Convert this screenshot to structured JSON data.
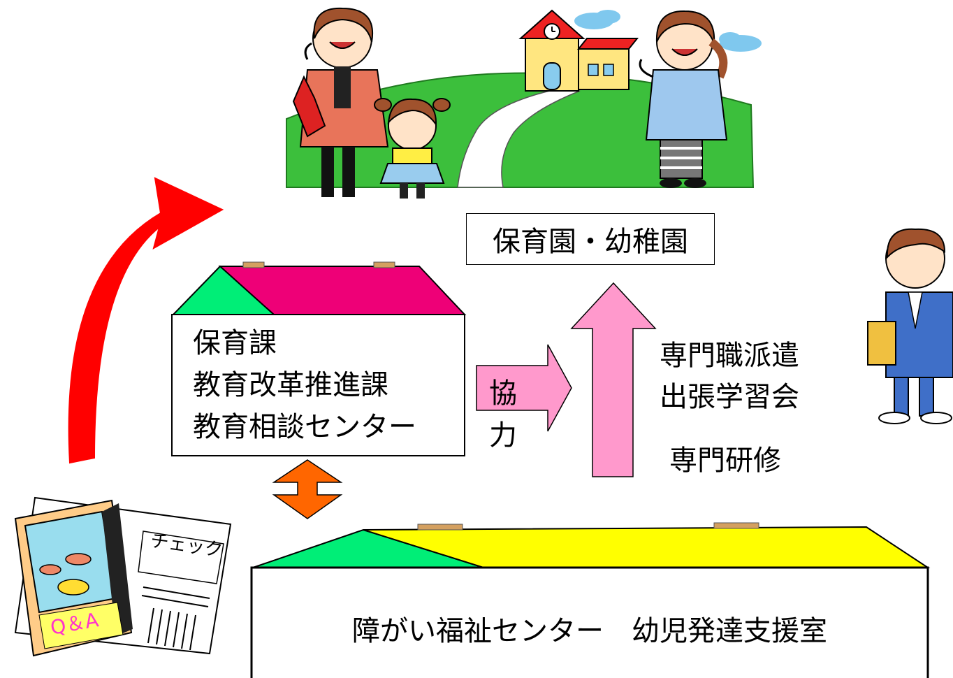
{
  "nursery_label": "保育園・幼稚園",
  "city_offices": {
    "line1": "保育課",
    "line2": "教育改革推進課",
    "line3": "教育相談センター"
  },
  "cooperation": {
    "char1": "協",
    "char2": "力"
  },
  "services": {
    "line1": "専門職派遣",
    "line2": "出張学習会",
    "line3": "専門研修"
  },
  "welfare_center": "障がい福祉センター　幼児発達支援室",
  "book": {
    "cover_label": "Q＆A",
    "page_label": "チェック"
  },
  "colors": {
    "red_arrow": "#ff0000",
    "pink_arrow": "#ff99cc",
    "orange_arrow": "#ff6600",
    "roof_green": "#00ee77",
    "roof_magenta": "#ee0077",
    "roof_yellow": "#ffff00",
    "grass": "#33bb33"
  },
  "icons": [
    "family-illustration",
    "school-building",
    "teacher-illustration",
    "staff-man-illustration",
    "guidebook-illustration"
  ]
}
